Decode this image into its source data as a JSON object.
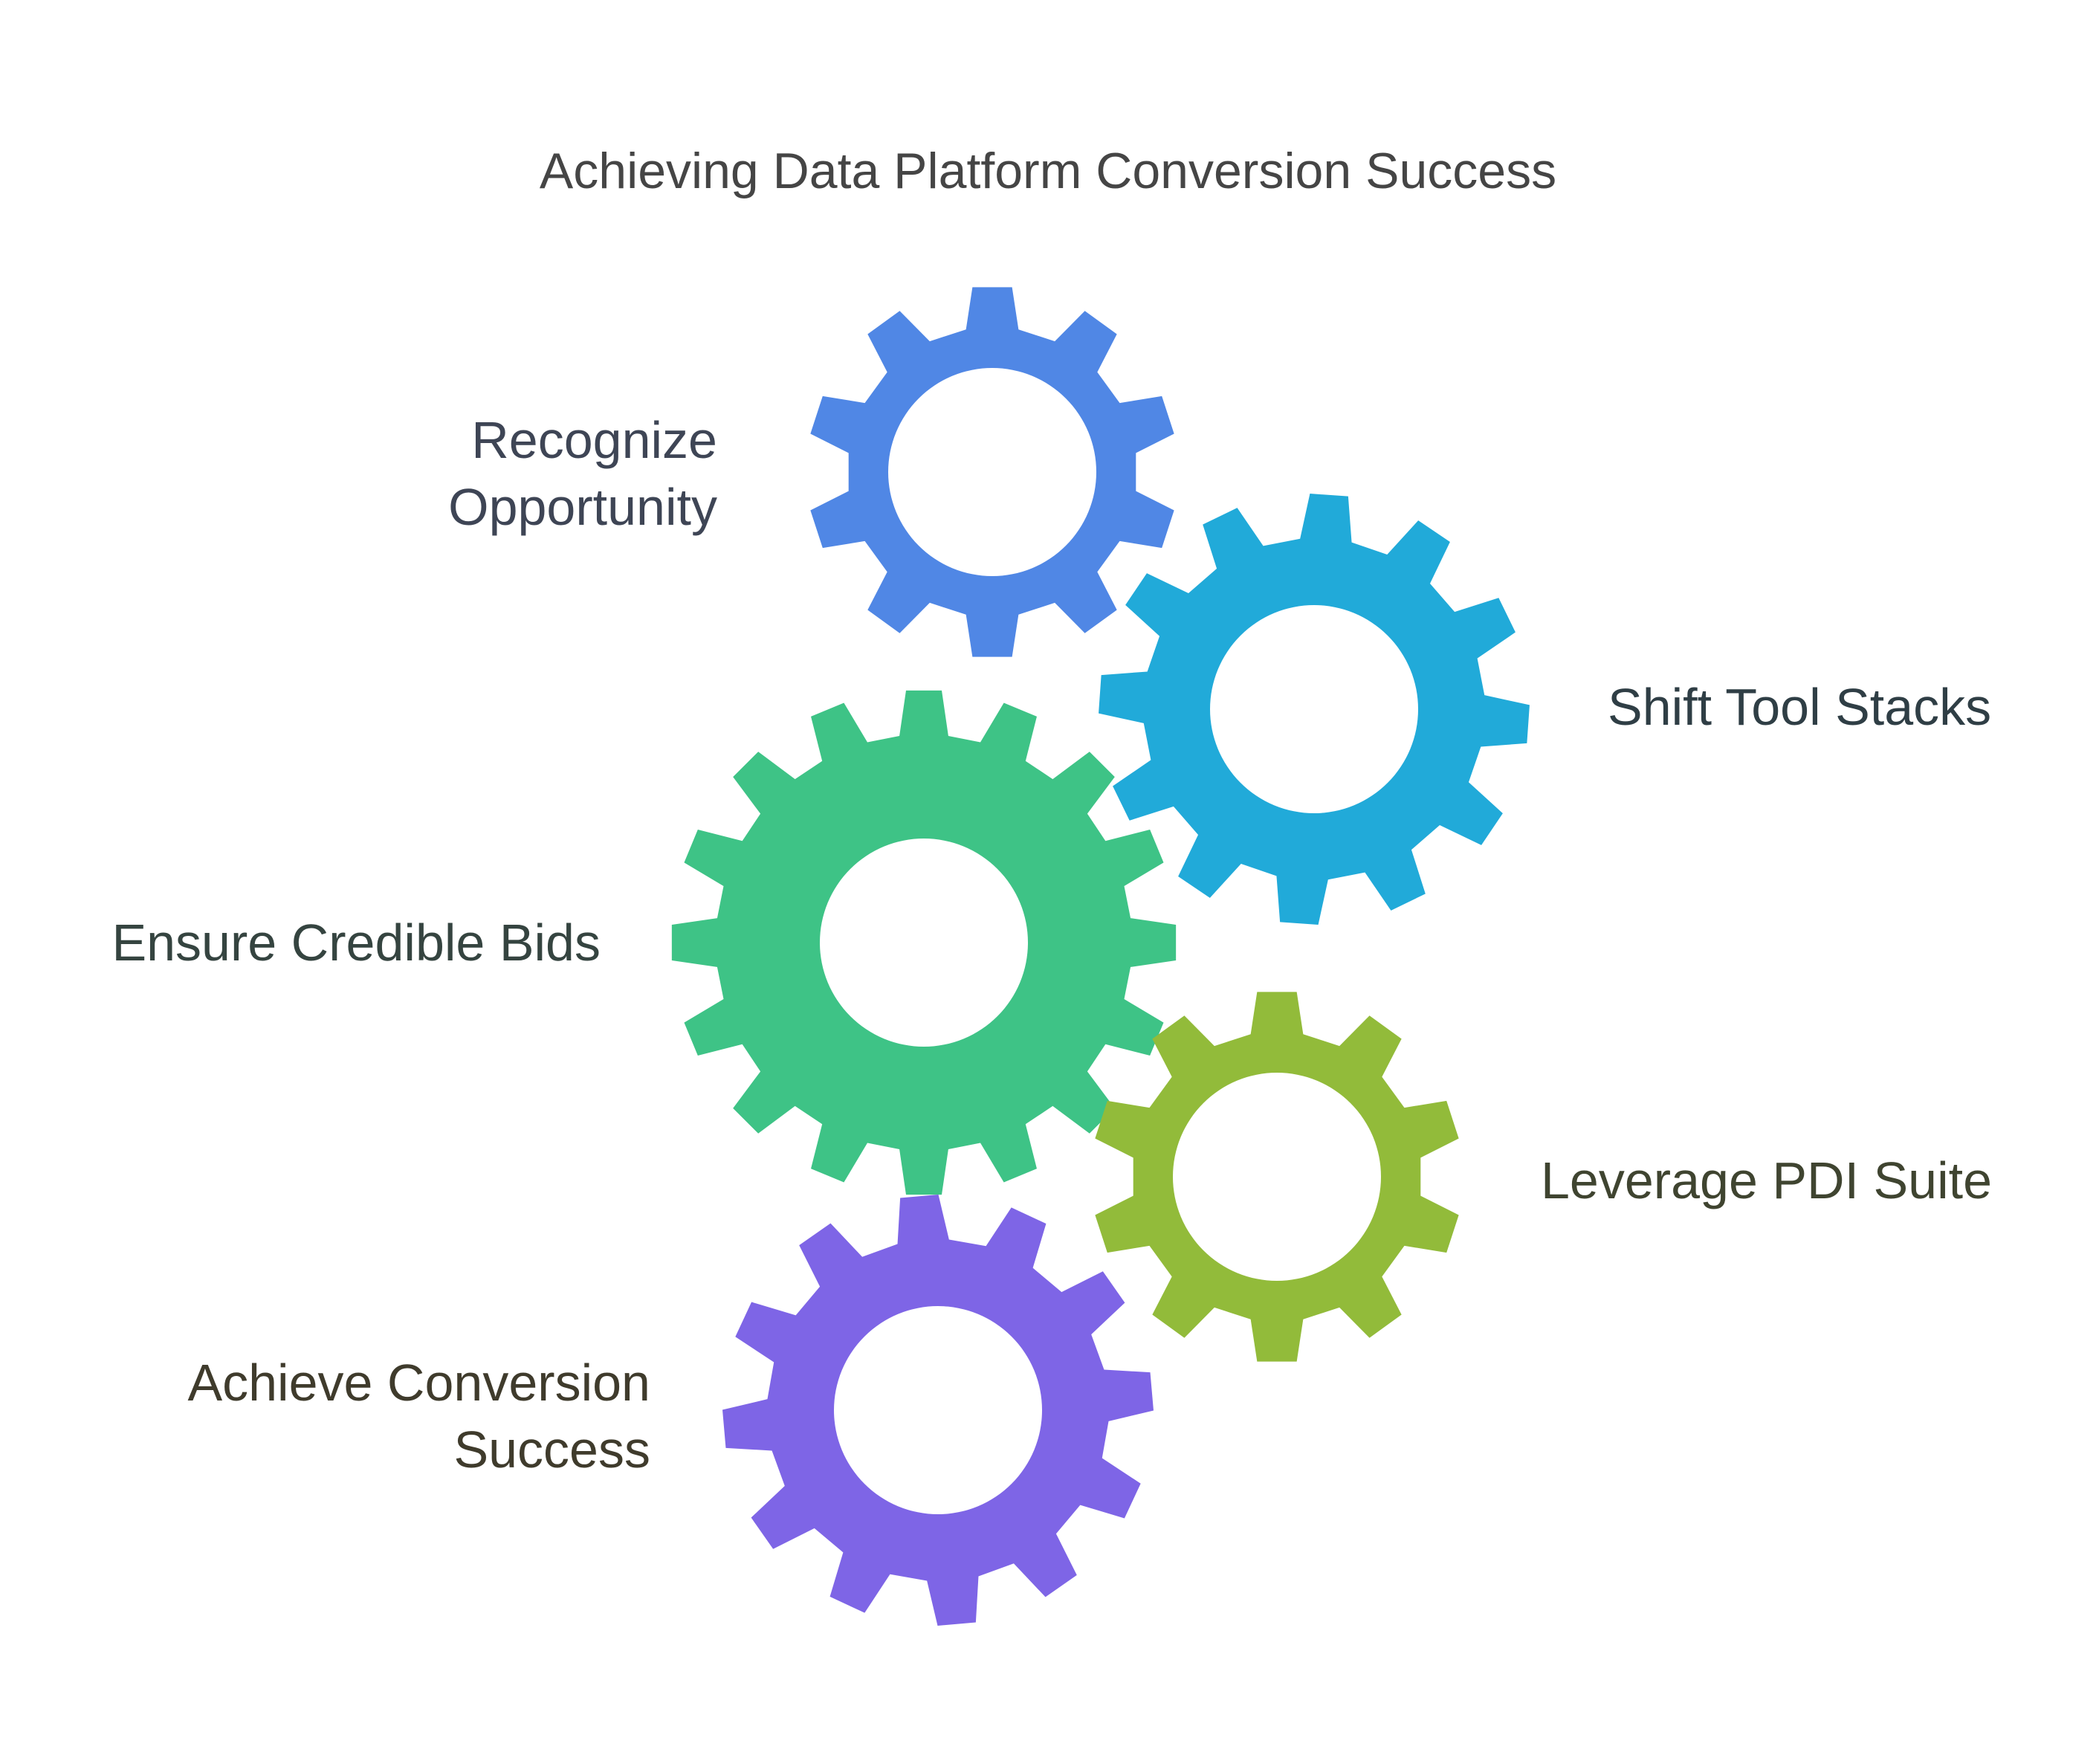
{
  "title": "Achieving Data Platform Conversion Success",
  "steps": [
    {
      "label_lines": [
        "Recognize",
        "Opportunity"
      ],
      "color": "#5087E5",
      "text_color": "#3E4555",
      "icon": "gear-icon"
    },
    {
      "label_lines": [
        "Shift Tool Stacks"
      ],
      "color": "#21AAD9",
      "text_color": "#2F3E45",
      "icon": "gear-icon"
    },
    {
      "label_lines": [
        "Ensure Credible Bids"
      ],
      "color": "#3EC386",
      "text_color": "#354440",
      "icon": "gear-icon"
    },
    {
      "label_lines": [
        "Leverage PDI Suite"
      ],
      "color": "#92BB3A",
      "text_color": "#3F4430",
      "icon": "gear-icon"
    },
    {
      "label_lines": [
        "Achieve Conversion",
        "Success"
      ],
      "color": "#7E65E6",
      "text_color": "#3F3B2C",
      "icon": "gear-icon"
    }
  ]
}
